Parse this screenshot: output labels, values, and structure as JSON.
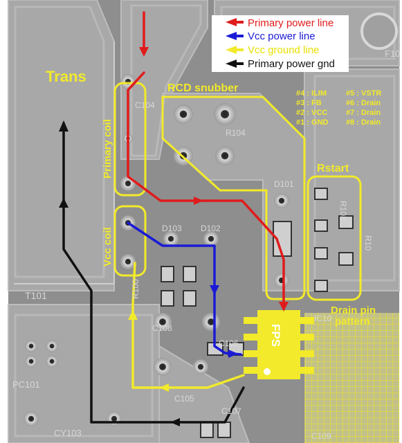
{
  "legend": {
    "items": [
      {
        "label": "Primary power line",
        "color": "#e01b1b"
      },
      {
        "label": "Vcc power line",
        "color": "#1a1ad6"
      },
      {
        "label": "Vcc ground line",
        "color": "#f2ea2a"
      },
      {
        "label": "Primary power gnd",
        "color": "#111111"
      }
    ]
  },
  "regions": {
    "trans": "Trans",
    "primary_coil": "Primary coil",
    "vcc_coil": "Vcc coil",
    "rcd_snubber": "RCD snubber",
    "rstart": "Rstart",
    "drain_pin_pattern_1": "Drain pin",
    "drain_pin_pattern_2": "pattern",
    "fps": "FPS"
  },
  "pin_map": {
    "p4": "#4 : ILIM",
    "p5": "#5 : VSTR",
    "p3": "#3 : FB",
    "p6": "#6 : Drain",
    "p2": "#2 : VCC",
    "p7": "#7 : Drain",
    "p1": "#1 : GND",
    "p8": "#8 : Drain"
  },
  "silkscreen": {
    "c104": "C104",
    "r104": "R104",
    "d101": "D101",
    "d103": "D103",
    "d102": "D102",
    "r108": "R108",
    "r10": "R10",
    "r100": "R100",
    "t101": "T101",
    "c108": "C108",
    "c106": "C106",
    "c105": "C105",
    "c107": "C107",
    "pc101": "PC101",
    "cy103": "CY103",
    "f10": "F10",
    "ic10": "IC10",
    "c109": "C109"
  },
  "colors": {
    "primary_power": "#e01b1b",
    "vcc_power": "#1a1ad6",
    "vcc_ground": "#f2ea2a",
    "primary_gnd": "#111111",
    "highlight": "#f2ea2a"
  }
}
